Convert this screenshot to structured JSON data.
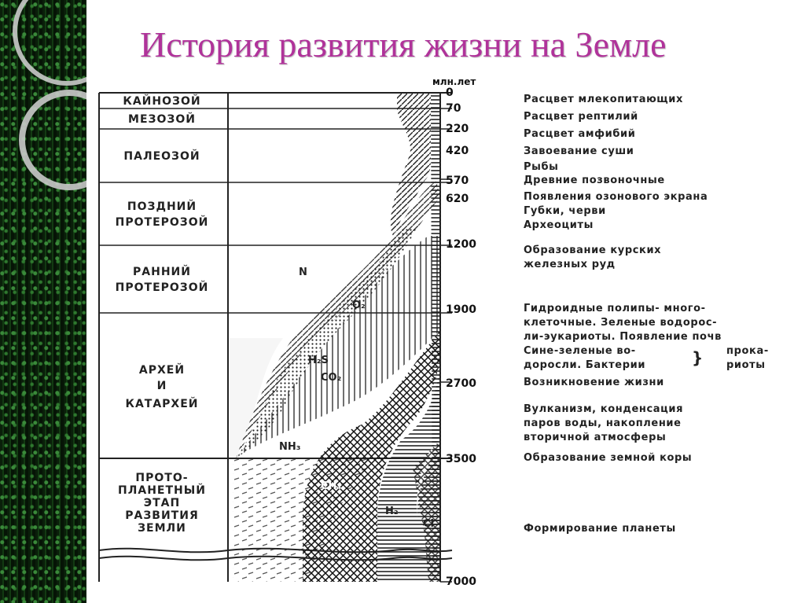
{
  "title": "История развития жизни на Земле",
  "unit_label": "млн.лет",
  "eras": [
    {
      "name": "КАЙНОЗОЙ"
    },
    {
      "name": "МЕЗОЗОЙ"
    },
    {
      "name": "ПАЛЕОЗОЙ"
    },
    {
      "name": "ПОЗДНИЙ",
      "name2": "ПРОТЕРОЗОЙ"
    },
    {
      "name": "РАННИЙ",
      "name2": "ПРОТЕРОЗОЙ"
    },
    {
      "name": "АРХЕЙ",
      "name2": "И",
      "name3": "КАТАРХЕЙ"
    },
    {
      "name": "ПРОТО-",
      "name2": "ПЛАНЕТНЫЙ",
      "name3": "ЭТАП",
      "name4": "РАЗВИТИЯ",
      "name5": "ЗЕМЛИ"
    }
  ],
  "ages": [
    "0",
    "70",
    "220",
    "420",
    "570",
    "620",
    "1200",
    "1900",
    "2700",
    "3500",
    "7000"
  ],
  "events": [
    "Расцвет млекопитающих",
    "Расцвет рептилий",
    "Расцвет амфибий",
    "Завоевание суши",
    "Рыбы",
    "Древние позвоночные",
    "Появления озонового экрана",
    "Губки, черви",
    "Археоциты",
    "Образование курских",
    "железных руд",
    "Гидроидные полипы- много-",
    "клеточные. Зеленые водорос-",
    "ли-эукариоты. Появление почв",
    "Сине-зеленые во-",
    "доросли. Бактерии",
    "прока-",
    "риоты",
    "Возникновение жизни",
    "Вулканизм, конденсация",
    "паров воды, накопление",
    "вторичной атмосферы",
    "Образование земной коры",
    "Формирование планеты"
  ],
  "chem": {
    "n": "N",
    "o2": "O₂",
    "h2s": "H₂S",
    "co2": "CO₂",
    "nh3": "NH₃",
    "ch4": "CH₄",
    "h2": "H₂",
    "cl": "Cl"
  }
}
